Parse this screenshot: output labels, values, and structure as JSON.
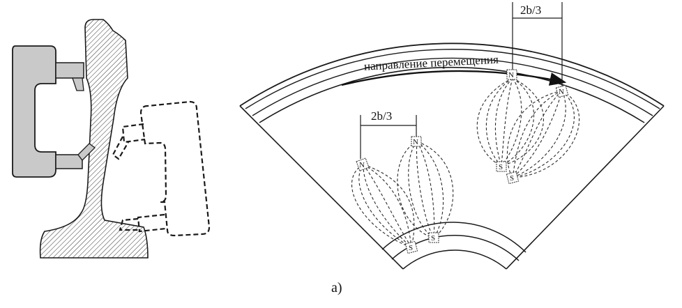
{
  "figure": {
    "caption": "a)",
    "direction_label": "направление перемещения",
    "dimension_label_upper": "2b/3",
    "dimension_label_lower": "2b/3",
    "pole_north": "N",
    "pole_south": "S"
  },
  "colors": {
    "line": "#1a1a1a",
    "magnet_fill": "#c9c9c9",
    "background": "#ffffff"
  }
}
